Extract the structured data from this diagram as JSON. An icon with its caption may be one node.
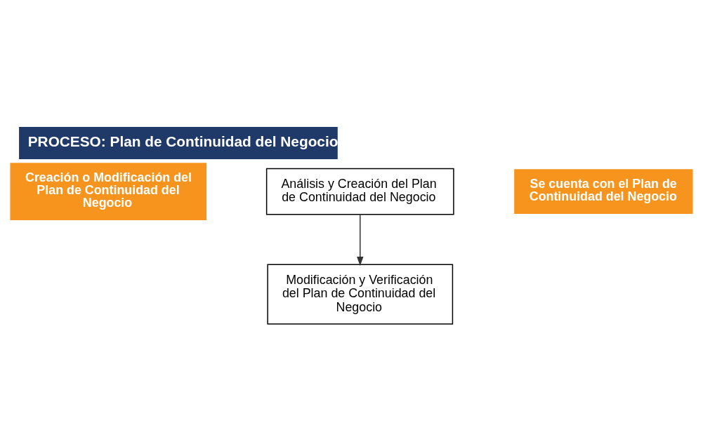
{
  "diagram": {
    "title": "PROCESO: Plan de Continuidad del Negocio",
    "nodes": [
      {
        "text": [
          "Creación o Modificación del Plan de Continuidad del Negocio"
        ]
      },
      {
        "text": [
          "Análisis y Creación del Plan de Continuidad del Negocio"
        ]
      },
      {
        "text": [
          "Modificación y Verificación del Plan de Continuidad del Negocio"
        ]
      },
      {
        "text": [
          "Se cuenta con el Plan de Continuidad del Negocio"
        ]
      }
    ],
    "edges": [
      {
        "from": 1,
        "to": 2,
        "arrow": "to"
      }
    ]
  }
}
